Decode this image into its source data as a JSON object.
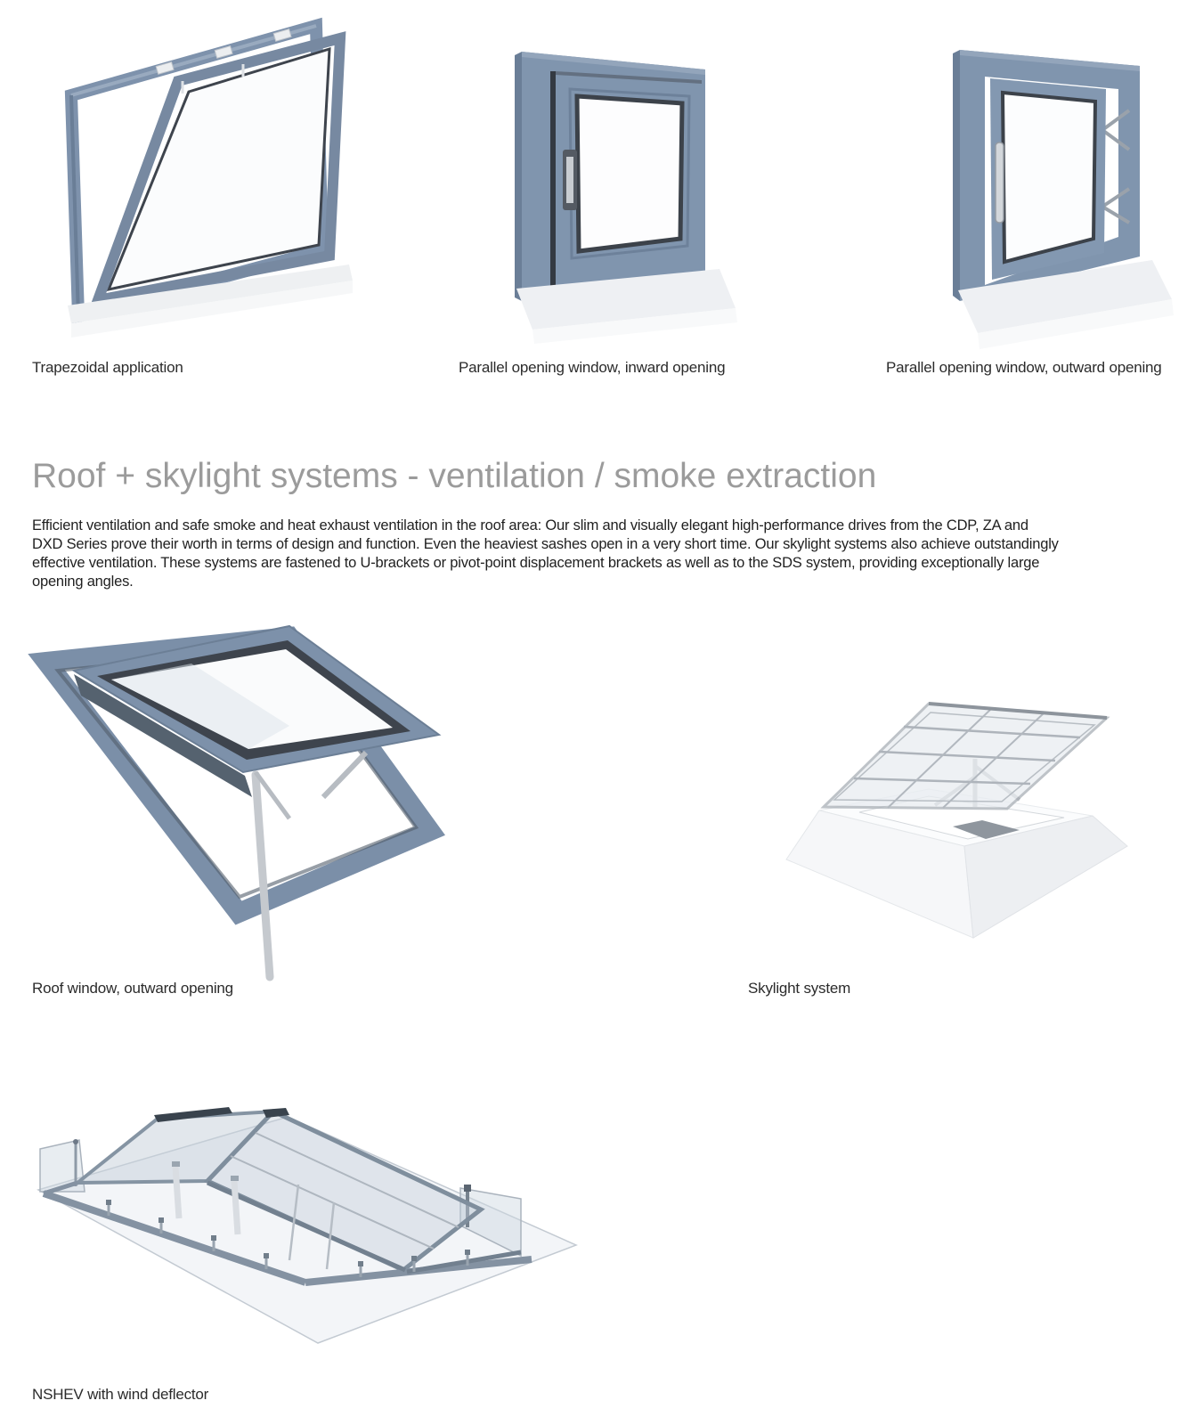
{
  "document": {
    "heading": "Roof + skylight systems - ventilation / smoke extraction",
    "body_lines": [
      "Efficient ventilation and safe smoke and heat exhaust ventilation in the roof area: Our slim and visually elegant high-performance drives from the CDP, ZA and",
      "DXD Series prove their worth in terms of design and function. Even the heaviest sashes open in a very short time. Our skylight systems also achieve outstandingly",
      "effective ventilation. These systems are fastened to U-brackets or pivot-point displacement brackets as well as to the SDS system, providing exceptionally large",
      "opening angles."
    ]
  },
  "figures": {
    "top": [
      {
        "caption": "Trapezoidal application"
      },
      {
        "caption": "Parallel opening window, inward opening"
      },
      {
        "caption": "Parallel opening window, outward opening"
      }
    ],
    "middle": [
      {
        "caption": "Roof window, outward opening"
      },
      {
        "caption": "Skylight system"
      }
    ],
    "bottom": [
      {
        "caption": "NSHEV with wind deflector"
      }
    ]
  },
  "colors": {
    "frame_blue": "#7E92AC",
    "frame_dark": "#6A7E97",
    "frame_highlight": "#99AABF",
    "glazing_gasket": "#3E444D",
    "glass_white": "#FBFCFD",
    "sill_white": "#EEF0F3",
    "metal_gray": "#B7BCC2",
    "steel_gray": "#8492A2",
    "heading_gray": "#9B9B9B",
    "body_text": "#1F1F1F"
  }
}
